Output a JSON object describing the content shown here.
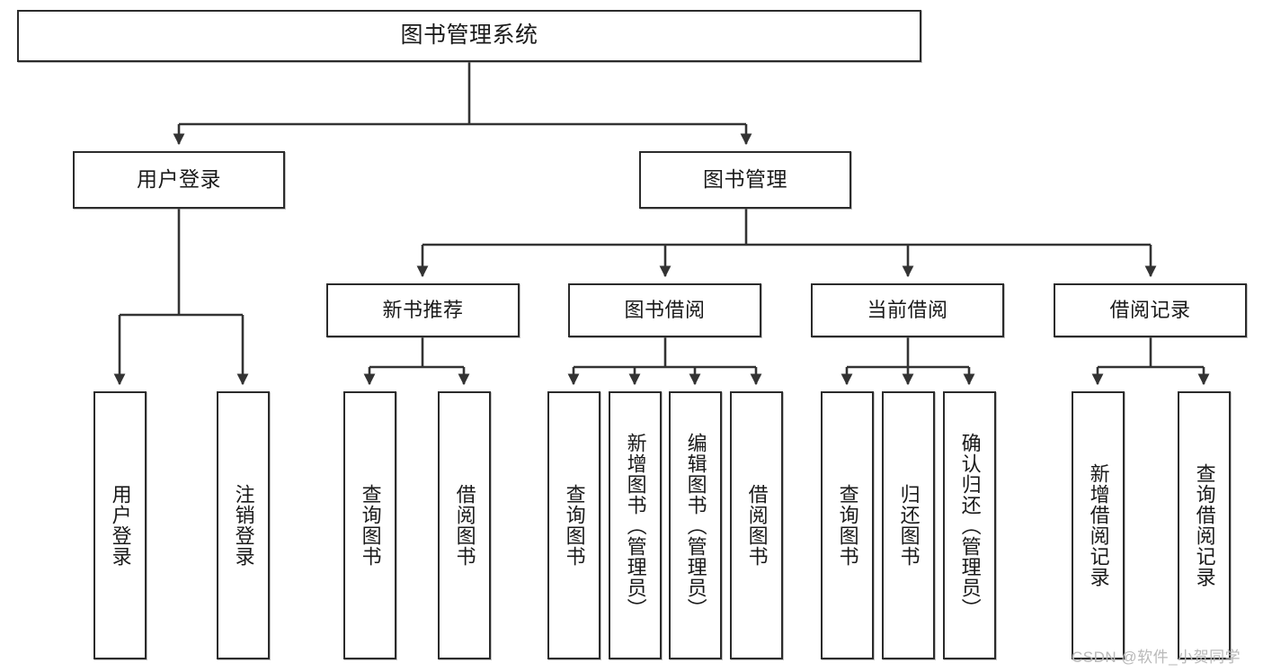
{
  "diagram": {
    "title": "图书管理系统",
    "watermark": "CSDN @软件_小贺同学",
    "colors": {
      "box_border": "#2b2b2b",
      "box_fill": "#ffffff",
      "connector": "#333333",
      "text": "#1a1a1a",
      "watermark": "#b9b9b9"
    },
    "root": {
      "label": "图书管理系统"
    },
    "level2": [
      {
        "label": "用户登录"
      },
      {
        "label": "图书管理"
      }
    ],
    "level3": [
      {
        "label": "新书推荐"
      },
      {
        "label": "图书借阅"
      },
      {
        "label": "当前借阅"
      },
      {
        "label": "借阅记录"
      }
    ],
    "leaves": {
      "user_login": [
        {
          "label": "用户登录"
        },
        {
          "label": "注销登录"
        }
      ],
      "new_book_recommend": [
        {
          "label": "查询图书"
        },
        {
          "label": "借阅图书"
        }
      ],
      "book_borrow": [
        {
          "label": "查询图书"
        },
        {
          "label": "新增图书（管理员）"
        },
        {
          "label": "编辑图书（管理员）"
        },
        {
          "label": "借阅图书"
        }
      ],
      "current_borrow": [
        {
          "label": "查询图书"
        },
        {
          "label": "归还图书"
        },
        {
          "label": "确认归还（管理员）"
        }
      ],
      "borrow_records": [
        {
          "label": "新增借阅记录"
        },
        {
          "label": "查询借阅记录"
        }
      ]
    }
  }
}
